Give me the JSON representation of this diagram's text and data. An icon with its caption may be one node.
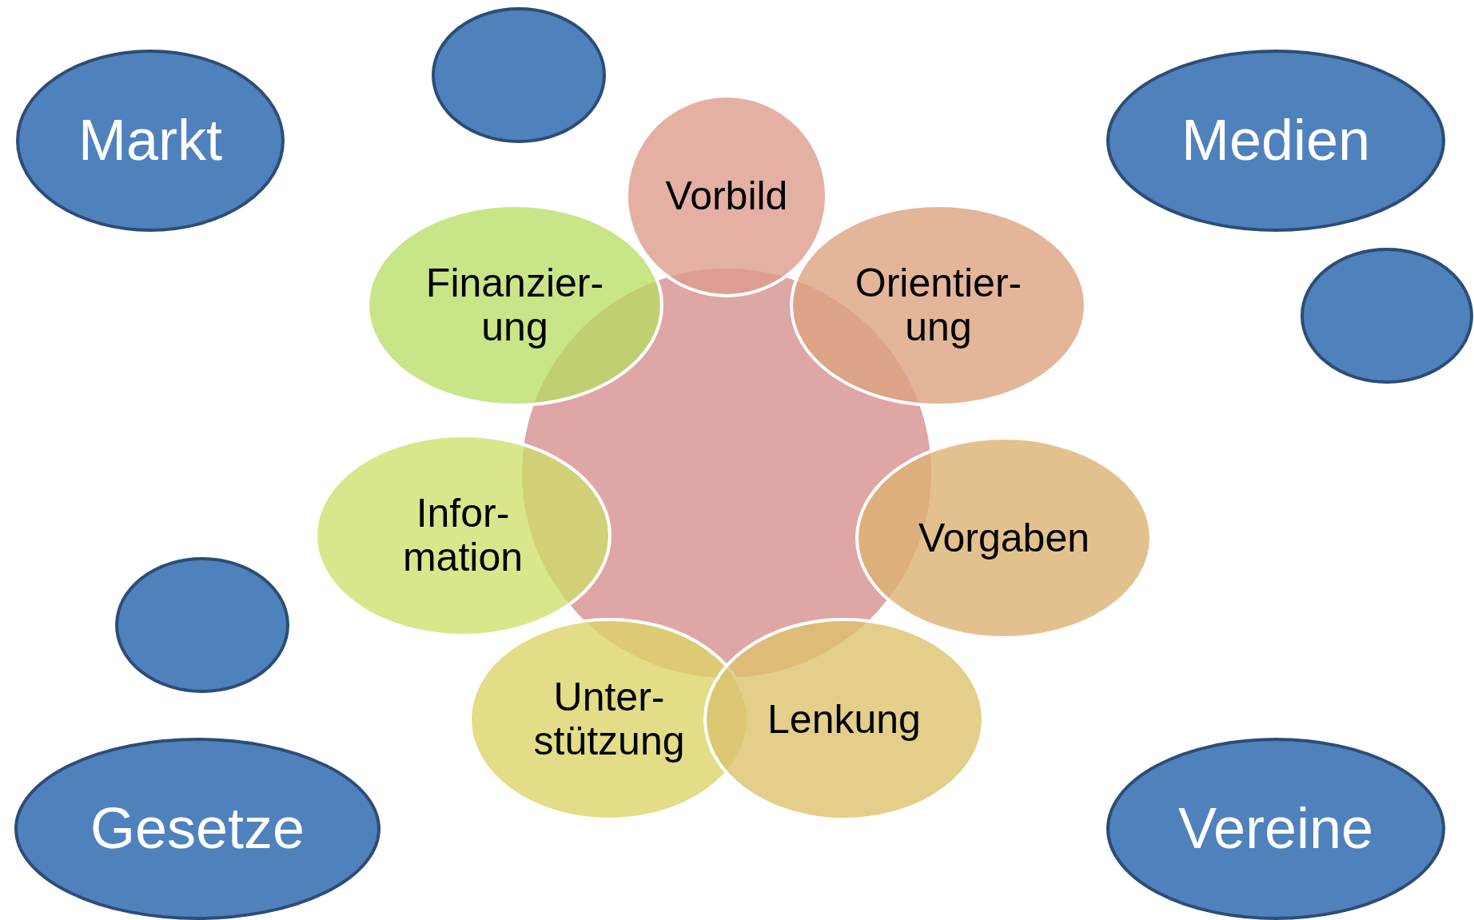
{
  "diagram": {
    "nodes": [
      {
        "text": [
          "Markt"
        ]
      },
      {
        "text": [],
        "shape": "ellipse"
      },
      {
        "text": [
          "Medien"
        ]
      },
      {
        "text": [],
        "shape": "ellipse"
      },
      {
        "text": [],
        "shape": "ellipse"
      },
      {
        "text": [
          "Gesetze"
        ]
      },
      {
        "text": [
          "Vereine"
        ]
      },
      {
        "text": [],
        "shape": "circle"
      },
      {
        "text": [
          "Vorbild"
        ]
      },
      {
        "text": [
          "Finanzier- ung"
        ]
      },
      {
        "text": [
          "Orientier- ung"
        ]
      },
      {
        "text": [
          "Infor- mation"
        ]
      },
      {
        "text": [
          "Vorgaben"
        ]
      },
      {
        "text": [
          "Unter- stützung"
        ]
      },
      {
        "text": [
          "Lenkung"
        ]
      }
    ],
    "edges": []
  }
}
